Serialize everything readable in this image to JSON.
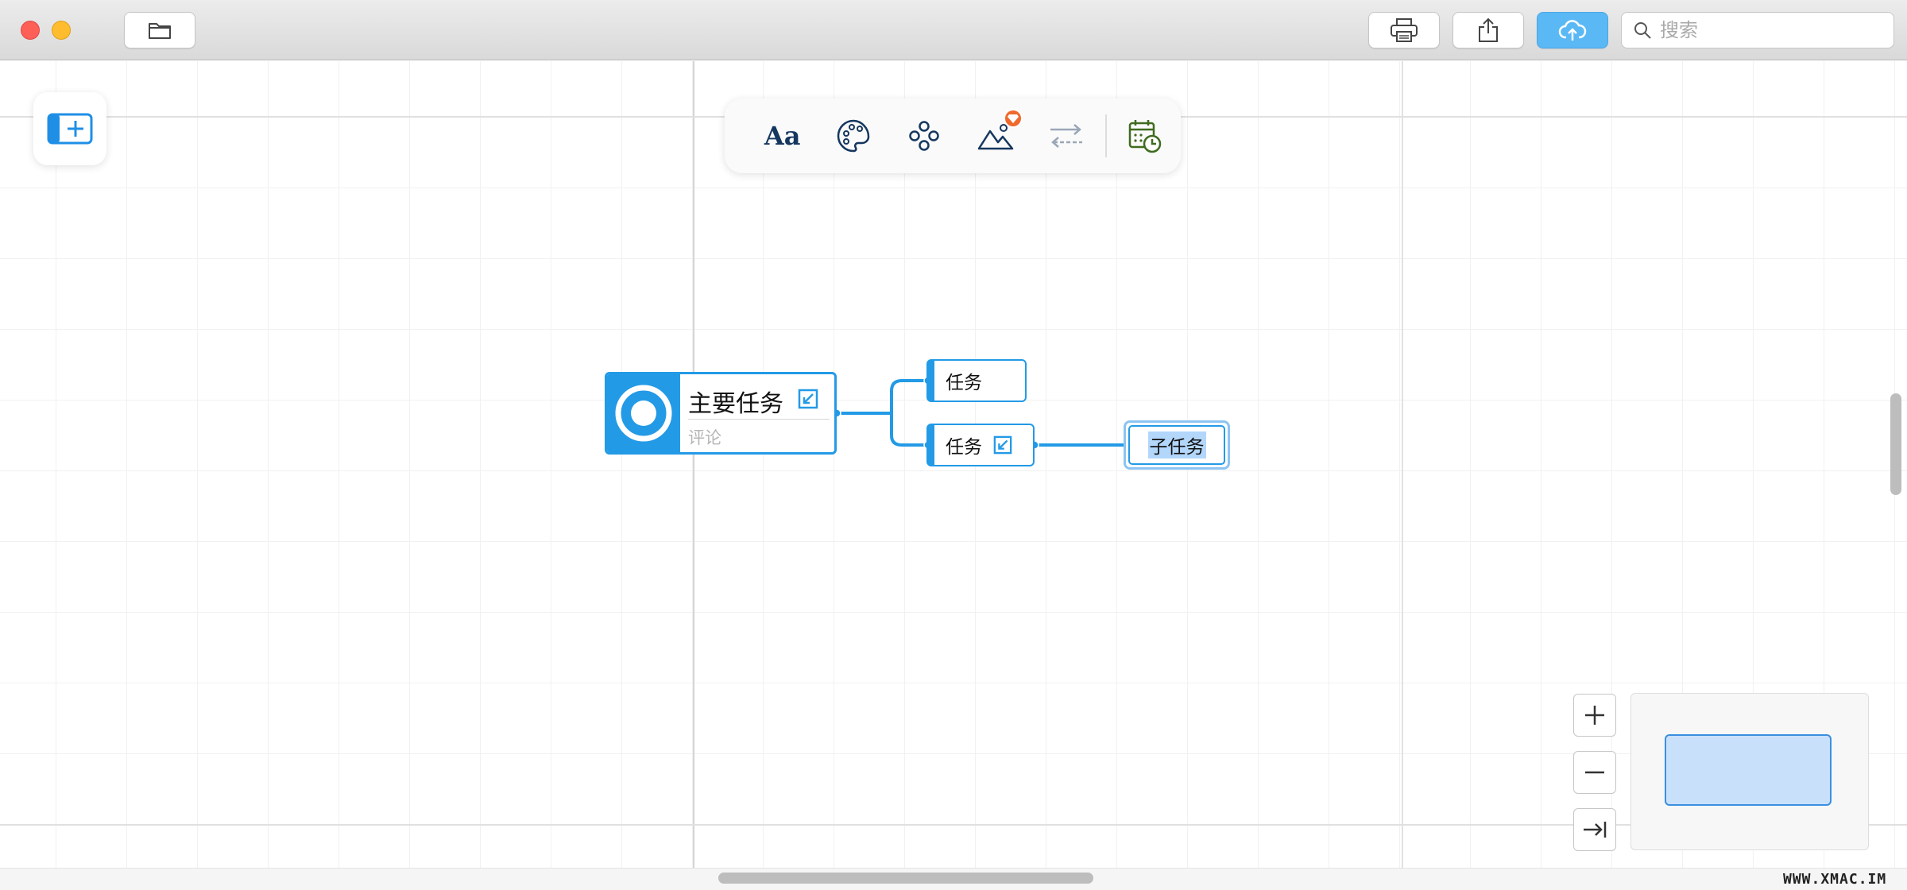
{
  "window": {
    "controls": [
      "close",
      "minimize"
    ]
  },
  "toolbar_top": {
    "folder_icon": "folder-icon",
    "print_icon": "printer-icon",
    "share_icon": "share-icon",
    "cloud_icon": "cloud-upload-icon",
    "search_placeholder": "搜索",
    "accent_color": "#5ab8f5"
  },
  "format_toolbar": {
    "fonts_label": "Aa",
    "items": [
      "fonts-icon",
      "palette-icon",
      "structure-icon",
      "image-icon",
      "connection-icon",
      "calendar-clock-icon"
    ]
  },
  "mindmap": {
    "main_task": {
      "title": "主要任务",
      "comment": "评论"
    },
    "tasks": [
      {
        "title": "任务"
      },
      {
        "title": "任务"
      }
    ],
    "subtask": {
      "title": "子任务"
    },
    "node_color": "#239ae6"
  },
  "watermark": "WWW.XMAC.IM"
}
